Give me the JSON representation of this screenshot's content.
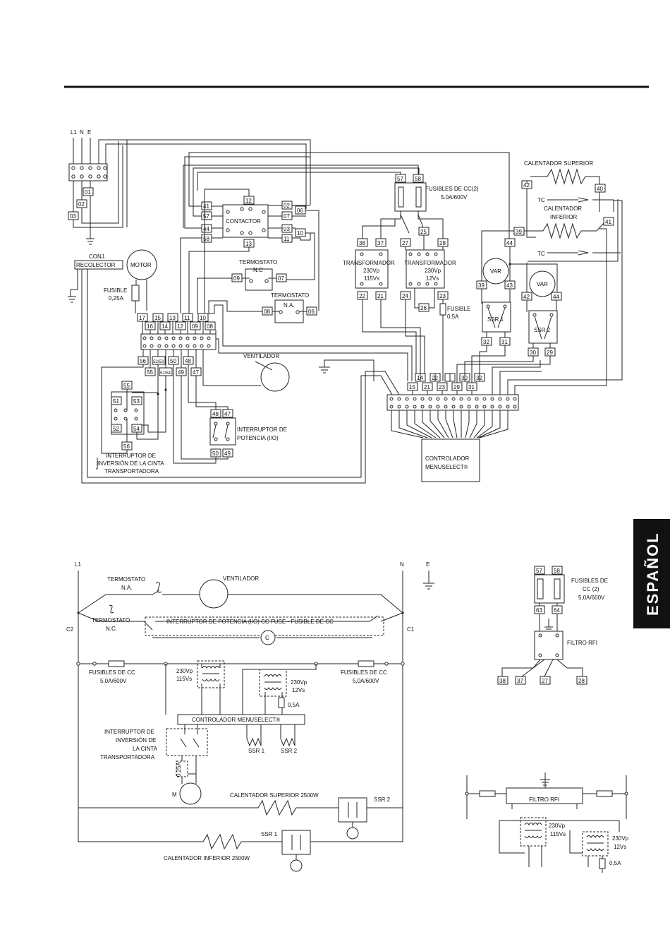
{
  "side_tab": {
    "label": "ESPAÑOL"
  },
  "wiring": {
    "supply": {
      "l1": "L1",
      "n": "N",
      "e": "E"
    },
    "conj_recolector": [
      "CONJ.",
      "RECOLECTOR"
    ],
    "motor": "MOTOR",
    "fusible_motor": [
      "FUSIBLE",
      "0,25A"
    ],
    "contactor": "CONTACTOR",
    "termostato_nc": [
      "TERMOSTATO",
      "N.C"
    ],
    "termostato_na": [
      "TERMOSTATO",
      "N.A."
    ],
    "ventilador": "VENTILADOR",
    "interruptor_potencia": [
      "INTERRUPTOR DE",
      "POTENCIA (I/O)"
    ],
    "interruptor_inversion": [
      "INTERRUPTOR DE",
      "INVERSIÓN DE LA CINTA",
      "TRANSPORTADORA"
    ],
    "fusibles_cc": [
      "FUSIBLES DE CC(2)",
      "5.0A/600V"
    ],
    "transformador_1": [
      "TRANSFORMADOR",
      "230Vp",
      "115Vs"
    ],
    "transformador_2": [
      "TRANSFORMADOR",
      "230Vp",
      "12Vs"
    ],
    "fusible_05": [
      "FUSIBLE",
      "0,5A"
    ],
    "calentador_superior": "CALENTADOR SUPERIOR",
    "calentador_inferior": [
      "CALENTADOR",
      "INFERIOR"
    ],
    "tc": "TC",
    "var": "VAR",
    "ssr1": "SSR 1",
    "ssr2": "SSR 2",
    "controlador": [
      "CONTROLADOR",
      "MENUSELECT®"
    ],
    "terminals": {
      "t01": "01",
      "t02": "02",
      "t03": "03",
      "c12": "12",
      "c13": "13",
      "c41": "41",
      "c57": "57",
      "c44": "44",
      "c58": "58",
      "c02": "02",
      "c07": "07",
      "c03": "03",
      "c11": "11",
      "c06": "06",
      "c10": "10",
      "th09": "09",
      "th07": "07",
      "th08": "08",
      "th06": "06",
      "b17": "17",
      "b15": "15",
      "b13": "13",
      "b11": "11",
      "b10": "10",
      "b16": "16",
      "b14": "14",
      "b12": "12",
      "b09": "09",
      "b08": "08",
      "b56": "56",
      "b5253": "52/53",
      "b50": "50",
      "b48": "48",
      "b55": "55",
      "b5154": "51/54",
      "b49": "49",
      "b47": "47",
      "r55": "55",
      "r51": "51",
      "r53": "53",
      "r52": "52",
      "r54": "54",
      "r56": "56",
      "p48": "48",
      "p47": "47",
      "p50": "50",
      "p49": "49",
      "f57": "57",
      "f58": "58",
      "x38": "38",
      "x37": "37",
      "x27": "27",
      "x28": "28",
      "x25": "25",
      "x22": "22",
      "x21": "21",
      "x24": "24",
      "x23": "23",
      "x26": "26",
      "k14": "14",
      "k22": "22",
      "k30": "30",
      "k32": "32",
      "k15": "15",
      "k21": "21",
      "k23": "23",
      "k29": "29",
      "k31": "31",
      "h42": "42",
      "h40": "40",
      "h41": "41",
      "h39": "39",
      "h44": "44",
      "v39": "39",
      "v43": "43",
      "v42": "42",
      "v44": "44",
      "s32": "32",
      "s31": "31",
      "s30": "30",
      "s29": "29"
    }
  },
  "schematic": {
    "l1": "L1",
    "n": "N",
    "e": "E",
    "c1": "C1",
    "c2": "C2",
    "termostato_na": [
      "TERMOSTATO",
      "N.A."
    ],
    "termostato_nc": [
      "TERMOSTATO",
      "N.C."
    ],
    "ventilador": "VENTILADOR",
    "interruptor_potencia": "INTERRUPTOR DE POTENCIA (I/O) CC FUSE - FUSIBLE DE CC",
    "c": "C",
    "fusibles_izq": [
      "FUSIBLES DE CC",
      "5,0A/600V"
    ],
    "fusibles_der": [
      "FUSIBLES DE CC",
      "5,0A/600V"
    ],
    "trans_1": [
      "230Vp",
      "115Vs"
    ],
    "trans_2": [
      "230Vp",
      "12Vs"
    ],
    "fuse_05": "0,5A",
    "controlador": "CONTROLADOR MENUSELECT®",
    "ssr1": "SSR 1",
    "ssr2": "SSR 2",
    "interruptor_inversion": [
      "INTERRUPTOR DE",
      "INVERSIÓN DE",
      "LA CINTA",
      "TRANSPORTADORA"
    ],
    "fuse_025": "0,25A",
    "m": "M",
    "calentador_superior": "CALENTADOR SUPERIOR 2500W",
    "calentador_inferior": "CALENTADOR INFERIOR  2500W",
    "ssr2_lbl": "SSR 2",
    "ssr1_lbl": "SSR 1"
  },
  "rfi_panel": {
    "t57": "57",
    "t58": "58",
    "t63": "63",
    "t64": "64",
    "fusibles": [
      "FUSIBLES DE",
      "CC  (2)",
      "5,0A/600V"
    ],
    "filtro": "FILTRO RFI",
    "b38": "38",
    "b37": "37",
    "b27": "27",
    "b28": "28"
  },
  "rfi_schematic": {
    "filtro": "FILTRO RFI",
    "trans_1": [
      "230Vp",
      "115Vs"
    ],
    "trans_2": [
      "230Vp",
      "12Vs"
    ],
    "fuse": "0,5A"
  }
}
